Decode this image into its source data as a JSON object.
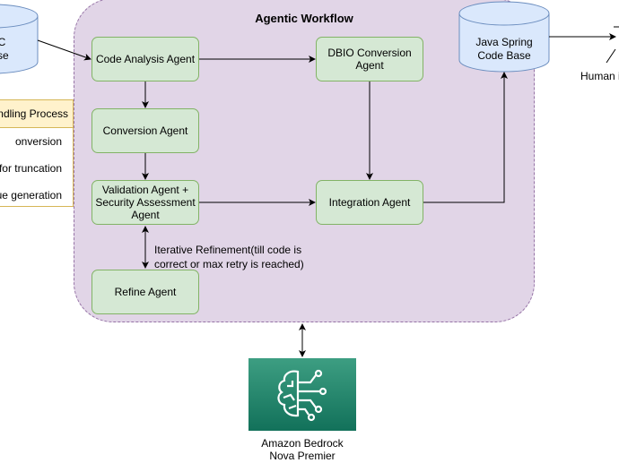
{
  "workflow": {
    "title": "Agentic Workflow"
  },
  "legacy": {
    "label_line1": "acy C",
    "label_line2": "e Base"
  },
  "java": {
    "label_line1": "Java Spring",
    "label_line2": "Code Base"
  },
  "human": {
    "label": "Human i"
  },
  "agents": {
    "code_analysis": "Code Analysis Agent",
    "conversion": "Conversion Agent",
    "validation_line1": "Validation Agent +",
    "validation_line2": "Security Assessment",
    "validation_line3": "Agent",
    "refine": "Refine Agent",
    "dbio_line1": "DBIO Conversion",
    "dbio_line2": "Agent",
    "integration": "Integration Agent"
  },
  "process_table": {
    "header": "ndling Process",
    "rows": [
      "onversion",
      "for truncation",
      "ue generation"
    ]
  },
  "refinement_note": {
    "line1": "Iterative Refinement(till code is",
    "line2": "correct or max retry is reached)"
  },
  "bedrock": {
    "line1": "Amazon Bedrock",
    "line2": "Nova Premier",
    "icon": "brain-circuit-icon"
  },
  "colors": {
    "agent_fill": "#d5e8d4",
    "agent_border": "#82b366",
    "workflow_fill": "#e1d5e7",
    "workflow_border": "#9673a6",
    "db_fill": "#dae8fc",
    "db_border": "#6c8ebf",
    "table_header": "#fff2cc",
    "table_border": "#d6b656",
    "bedrock": "#1a7a5e"
  }
}
